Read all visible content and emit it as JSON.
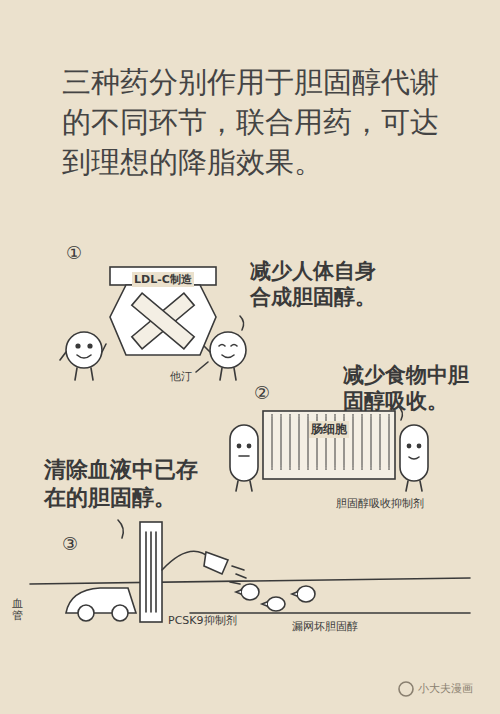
{
  "diagram": {
    "title": "三种药分别作用于胆固醇代谢的不同环节，联合用药，可达到理想的降脂效果。",
    "nodes": [
      {
        "text": [
          "LDL-C制造"
        ]
      },
      {
        "text": [
          "肠细胞"
        ]
      }
    ],
    "labels": [
      "①",
      "减少人体自身合成胆固醇。",
      "他汀",
      "②",
      "减少食物中胆固醇吸收。",
      "胆固醇吸收抑制剂",
      "③",
      "清除血液中已存在的胆固醇。",
      "血管",
      "PCSK9抑制剂",
      "漏网坏胆固醇",
      "小大夫漫画"
    ]
  }
}
